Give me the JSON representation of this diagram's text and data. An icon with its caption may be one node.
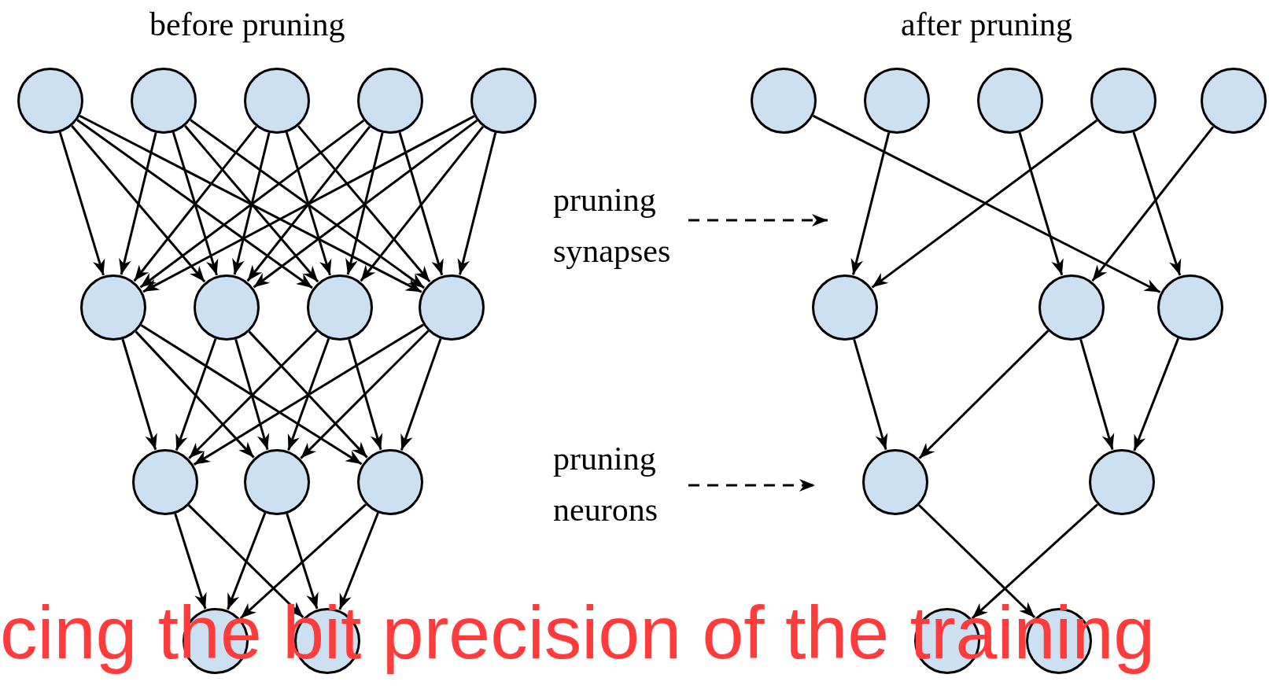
{
  "diagram": {
    "nodes": [
      {
        "text": [],
        "shape": "circle"
      },
      {
        "text": [],
        "shape": "circle"
      },
      {
        "text": [],
        "shape": "circle"
      },
      {
        "text": [],
        "shape": "circle"
      },
      {
        "text": [],
        "shape": "circle"
      },
      {
        "text": [],
        "shape": "circle"
      },
      {
        "text": [],
        "shape": "circle"
      },
      {
        "text": [],
        "shape": "circle"
      },
      {
        "text": [],
        "shape": "circle"
      },
      {
        "text": [],
        "shape": "circle"
      },
      {
        "text": [],
        "shape": "circle"
      },
      {
        "text": [],
        "shape": "circle"
      },
      {
        "text": [],
        "shape": "circle"
      },
      {
        "text": [],
        "shape": "circle"
      },
      {
        "text": [],
        "shape": "circle"
      },
      {
        "text": [],
        "shape": "circle"
      },
      {
        "text": [],
        "shape": "circle"
      },
      {
        "text": [],
        "shape": "circle"
      },
      {
        "text": [],
        "shape": "circle"
      },
      {
        "text": [],
        "shape": "circle"
      },
      {
        "text": [],
        "shape": "circle"
      },
      {
        "text": [],
        "shape": "circle"
      },
      {
        "text": [],
        "shape": "circle"
      },
      {
        "text": [],
        "shape": "circle"
      },
      {
        "text": [],
        "shape": "circle"
      },
      {
        "text": [],
        "shape": "circle"
      },
      {
        "text": [
          "pruning synapses"
        ]
      },
      {
        "text": [
          "pruning neurons"
        ]
      }
    ],
    "edges": [
      {
        "from": 0,
        "to": 5,
        "arrow": "to"
      },
      {
        "from": 0,
        "to": 6,
        "arrow": "to"
      },
      {
        "from": 0,
        "to": 7,
        "arrow": "to"
      },
      {
        "from": 0,
        "to": 8,
        "arrow": "to"
      },
      {
        "from": 1,
        "to": 5,
        "arrow": "to"
      },
      {
        "from": 1,
        "to": 6,
        "arrow": "to"
      },
      {
        "from": 1,
        "to": 7,
        "arrow": "to"
      },
      {
        "from": 1,
        "to": 8,
        "arrow": "to"
      },
      {
        "from": 2,
        "to": 5,
        "arrow": "to"
      },
      {
        "from": 2,
        "to": 6,
        "arrow": "to"
      },
      {
        "from": 2,
        "to": 7,
        "arrow": "to"
      },
      {
        "from": 2,
        "to": 8,
        "arrow": "to"
      },
      {
        "from": 3,
        "to": 5,
        "arrow": "to"
      },
      {
        "from": 3,
        "to": 6,
        "arrow": "to"
      },
      {
        "from": 3,
        "to": 7,
        "arrow": "to"
      },
      {
        "from": 3,
        "to": 8,
        "arrow": "to"
      },
      {
        "from": 4,
        "to": 5,
        "arrow": "to"
      },
      {
        "from": 4,
        "to": 6,
        "arrow": "to"
      },
      {
        "from": 4,
        "to": 7,
        "arrow": "to"
      },
      {
        "from": 4,
        "to": 8,
        "arrow": "to"
      },
      {
        "from": 5,
        "to": 9,
        "arrow": "to"
      },
      {
        "from": 5,
        "to": 10,
        "arrow": "to"
      },
      {
        "from": 5,
        "to": 11,
        "arrow": "to"
      },
      {
        "from": 6,
        "to": 9,
        "arrow": "to"
      },
      {
        "from": 6,
        "to": 10,
        "arrow": "to"
      },
      {
        "from": 6,
        "to": 11,
        "arrow": "to"
      },
      {
        "from": 7,
        "to": 9,
        "arrow": "to"
      },
      {
        "from": 7,
        "to": 10,
        "arrow": "to"
      },
      {
        "from": 7,
        "to": 11,
        "arrow": "to"
      },
      {
        "from": 8,
        "to": 9,
        "arrow": "to"
      },
      {
        "from": 8,
        "to": 10,
        "arrow": "to"
      },
      {
        "from": 8,
        "to": 11,
        "arrow": "to"
      },
      {
        "from": 9,
        "to": 12,
        "arrow": "to"
      },
      {
        "from": 9,
        "to": 13,
        "arrow": "to"
      },
      {
        "from": 10,
        "to": 12,
        "arrow": "to"
      },
      {
        "from": 10,
        "to": 13,
        "arrow": "to"
      },
      {
        "from": 11,
        "to": 12,
        "arrow": "to"
      },
      {
        "from": 11,
        "to": 13,
        "arrow": "to"
      },
      {
        "from": 14,
        "to": 21,
        "arrow": "to"
      },
      {
        "from": 15,
        "to": 19,
        "arrow": "to"
      },
      {
        "from": 16,
        "to": 20,
        "arrow": "to"
      },
      {
        "from": 17,
        "to": 19,
        "arrow": "to"
      },
      {
        "from": 17,
        "to": 21,
        "arrow": "to"
      },
      {
        "from": 18,
        "to": 20,
        "arrow": "to"
      },
      {
        "from": 19,
        "to": 22,
        "arrow": "to"
      },
      {
        "from": 20,
        "to": 22,
        "arrow": "to"
      },
      {
        "from": 20,
        "to": 23,
        "arrow": "to"
      },
      {
        "from": 21,
        "to": 23,
        "arrow": "to"
      },
      {
        "from": 22,
        "to": 25,
        "arrow": "to"
      },
      {
        "from": 23,
        "to": 24,
        "arrow": "to"
      },
      {
        "from": 26,
        "to": null,
        "arrow": "to",
        "style": "dashed"
      },
      {
        "from": 27,
        "to": null,
        "arrow": "to",
        "style": "dashed"
      }
    ],
    "labels": [
      "before pruning",
      "after pruning",
      "cing the bit precision of the training"
    ]
  }
}
